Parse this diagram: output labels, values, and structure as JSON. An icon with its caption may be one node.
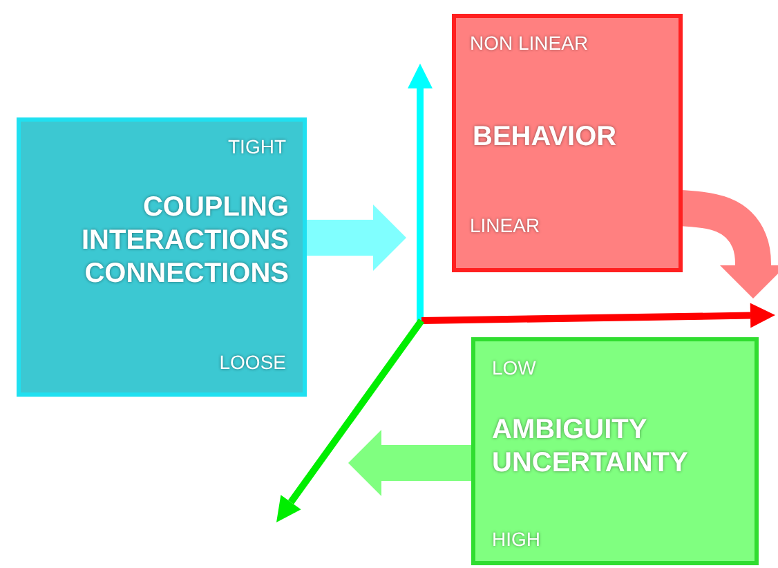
{
  "diagram": {
    "nodes": [
      {
        "text": [
          "TIGHT",
          "COUPLING INTERACTIONS CONNECTIONS",
          "LOOSE"
        ]
      },
      {
        "text": [
          "NON LINEAR",
          "BEHAVIOR",
          "LINEAR"
        ]
      },
      {
        "text": [
          "LOW",
          "AMBIGUITY UNCERTAINTY",
          "HIGH"
        ]
      },
      {
        "text": [],
        "shape": "arrow"
      },
      {
        "text": [],
        "shape": "arrow"
      },
      {
        "text": [],
        "shape": "arrow"
      }
    ],
    "edges": [
      {
        "from": 0,
        "to": 3,
        "arrow": "to",
        "color": "#80ffff"
      },
      {
        "from": 1,
        "to": 4,
        "arrow": "to",
        "color": "#ff8080"
      },
      {
        "from": 2,
        "to": 5,
        "arrow": "to",
        "color": "#80ff80"
      }
    ]
  }
}
